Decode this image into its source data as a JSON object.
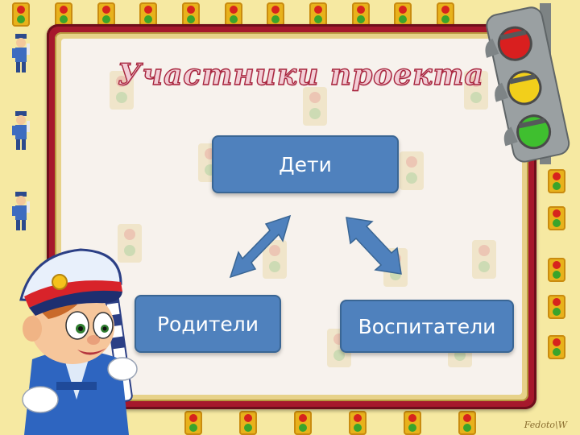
{
  "slide": {
    "title": "Участники проекта",
    "nodes": {
      "children": "Дети",
      "parents": "Родители",
      "teachers": "Воспитатели"
    },
    "credit": "Fedoto\\W"
  },
  "colors": {
    "background": "#f6e9a2",
    "frame": "#a6182c",
    "node_fill": "#4f81bd",
    "arrow_fill": "#4f81bd",
    "title_outline": "#a8253e"
  },
  "icons": [
    "traffic-light-icon",
    "traffic-police-boy-icon",
    "mini-traffic-light-icon",
    "mini-traffic-policeman-icon"
  ]
}
